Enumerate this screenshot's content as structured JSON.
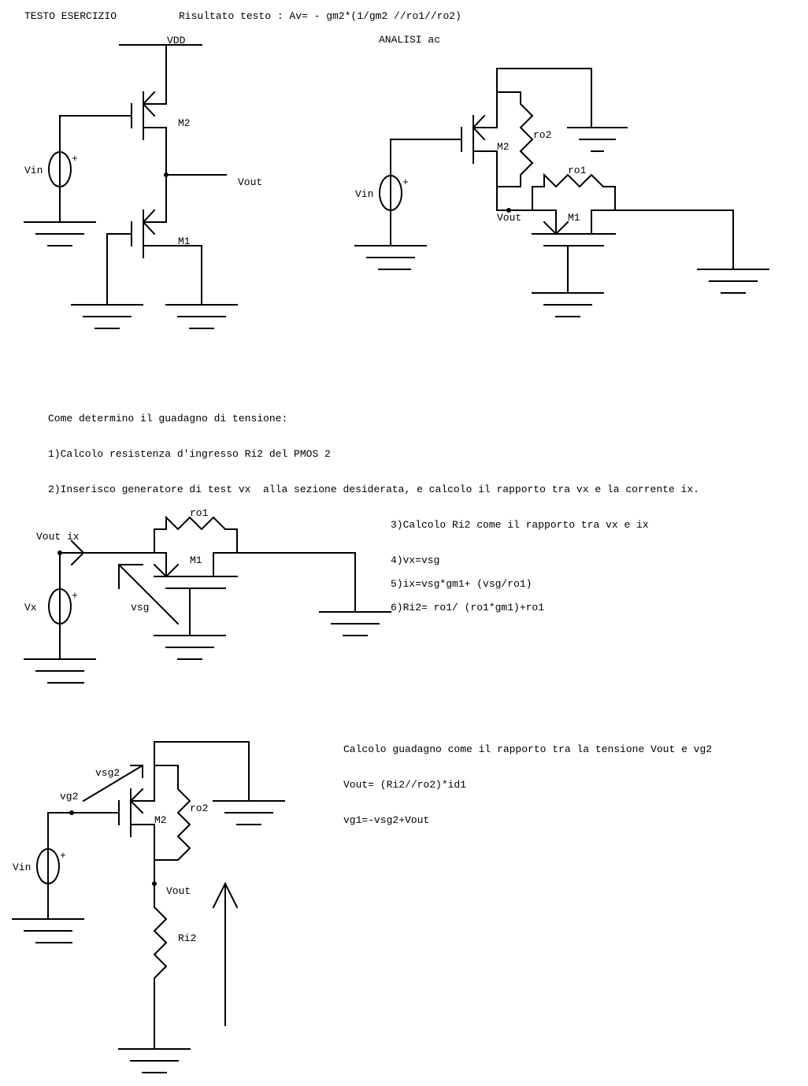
{
  "header": {
    "title": "TESTO ESERCIZIO",
    "result": "Risultato testo : Av= - gm2*(1/gm2 //ro1//ro2)",
    "ac_title": "ANALISI ac"
  },
  "circuit1": {
    "vdd": "VDD",
    "vin": "Vin",
    "plus": "+",
    "m2": "M2",
    "m1": "M1",
    "vout": "Vout"
  },
  "circuit2": {
    "vin": "Vin",
    "plus": "+",
    "m2": "M2",
    "m1": "M1",
    "ro2": "ro2",
    "ro1": "ro1",
    "vout": "Vout"
  },
  "steps": {
    "intro": "Come determino il guadagno di tensione:",
    "s1": "1)Calcolo resistenza d'ingresso Ri2 del PMOS 2",
    "s2": "2)Inserisco generatore di test vx  alla sezione desiderata, e calcolo il rapporto tra vx e la corrente ix.",
    "s3": "3)Calcolo Ri2 come il rapporto tra vx e ix",
    "s4": "4)vx=vsg",
    "s5": "5)ix=vsg*gm1+ (vsg/ro1)",
    "s6": "6)Ri2= ro1/ (ro1*gm1)+ro1"
  },
  "circuit3": {
    "vout_ix": "Vout ix",
    "vx": "Vx",
    "plus": "+",
    "vsg": "vsg",
    "m1": "M1",
    "ro1": "ro1"
  },
  "circuit4": {
    "vin": "Vin",
    "plus": "+",
    "vg2": "vg2",
    "vsg2": "vsg2",
    "m2": "M2",
    "ro2": "ro2",
    "vout": "Vout",
    "ri2": "Ri2"
  },
  "gain": {
    "title": "Calcolo guadagno come il rapporto tra la tensione Vout e vg2",
    "eq1": "Vout= (Ri2//ro2)*id1",
    "eq2": "vg1=-vsg2+Vout"
  }
}
